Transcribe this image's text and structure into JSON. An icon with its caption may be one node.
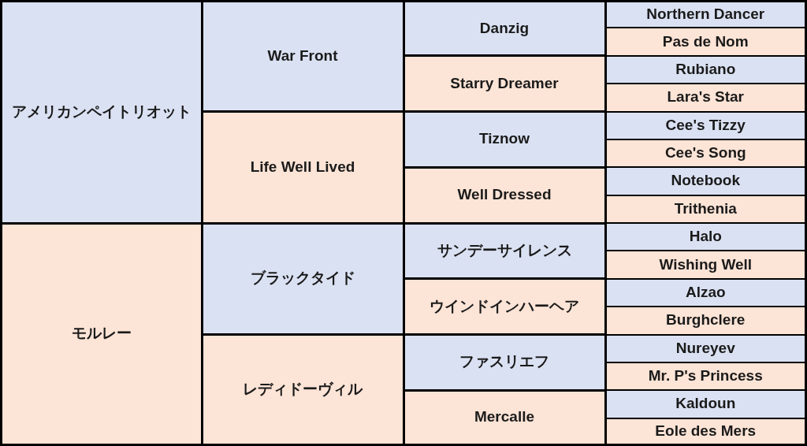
{
  "diagram": {
    "nodes": [
      {
        "text": [
          "アメリカンペイトリオット"
        ]
      },
      {
        "text": [
          "War Front"
        ]
      },
      {
        "text": [
          "Danzig"
        ]
      },
      {
        "text": [
          "Northern Dancer"
        ]
      },
      {
        "text": [
          "Pas de Nom"
        ]
      },
      {
        "text": [
          "Starry Dreamer"
        ]
      },
      {
        "text": [
          "Rubiano"
        ]
      },
      {
        "text": [
          "Lara's Star"
        ]
      },
      {
        "text": [
          "Life Well Lived"
        ]
      },
      {
        "text": [
          "Tiznow"
        ]
      },
      {
        "text": [
          "Cee's Tizzy"
        ]
      },
      {
        "text": [
          "Cee's Song"
        ]
      },
      {
        "text": [
          "Well Dressed"
        ]
      },
      {
        "text": [
          "Notebook"
        ]
      },
      {
        "text": [
          "Trithenia"
        ]
      },
      {
        "text": [
          "モルレー"
        ]
      },
      {
        "text": [
          "ブラックタイド"
        ]
      },
      {
        "text": [
          "サンデーサイレンス"
        ]
      },
      {
        "text": [
          "Halo"
        ]
      },
      {
        "text": [
          "Wishing Well"
        ]
      },
      {
        "text": [
          "ウインドインハーヘア"
        ]
      },
      {
        "text": [
          "Alzao"
        ]
      },
      {
        "text": [
          "Burghclere"
        ]
      },
      {
        "text": [
          "レディドーヴィル"
        ]
      },
      {
        "text": [
          "ファスリエフ"
        ]
      },
      {
        "text": [
          "Nureyev"
        ]
      },
      {
        "text": [
          "Mr. P's Princess"
        ]
      },
      {
        "text": [
          "Mercalle"
        ]
      },
      {
        "text": [
          "Kaldoun"
        ]
      },
      {
        "text": [
          "Eole des Mers"
        ]
      }
    ]
  }
}
